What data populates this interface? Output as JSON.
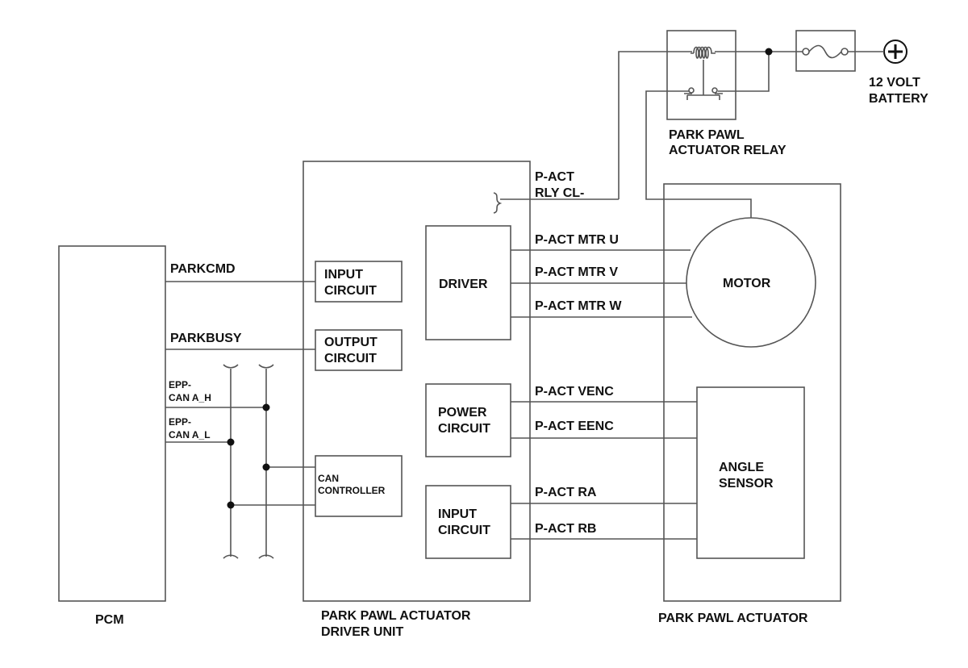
{
  "components": {
    "pcm": "PCM",
    "driver_unit": [
      "PARK PAWL ACTUATOR",
      "DRIVER UNIT"
    ],
    "actuator": "PARK PAWL ACTUATOR",
    "relay": [
      "PARK PAWL",
      "ACTUATOR RELAY"
    ],
    "battery": [
      "12 VOLT",
      "BATTERY"
    ],
    "motor": "MOTOR",
    "angle_sensor": [
      "ANGLE",
      "SENSOR"
    ],
    "driver": "DRIVER",
    "power_circuit": [
      "POWER",
      "CIRCUIT"
    ],
    "input_circuit_lower": [
      "INPUT",
      "CIRCUIT"
    ],
    "input_circuit_upper": [
      "INPUT",
      "CIRCUIT"
    ],
    "output_circuit": [
      "OUTPUT",
      "CIRCUIT"
    ],
    "can_controller": [
      "CAN",
      "CONTROLLER"
    ]
  },
  "signals": {
    "parkcmd": "PARKCMD",
    "parkbusy": "PARKBUSY",
    "can_h": [
      "EPP-",
      "CAN A_H"
    ],
    "can_l": [
      "EPP-",
      "CAN A_L"
    ],
    "relay_coil": [
      "P-ACT",
      "RLY CL-"
    ],
    "mtr_u": "P-ACT MTR U",
    "mtr_v": "P-ACT MTR V",
    "mtr_w": "P-ACT MTR W",
    "venc": "P-ACT VENC",
    "eenc": "P-ACT EENC",
    "ra": "P-ACT RA",
    "rb": "P-ACT RB"
  }
}
